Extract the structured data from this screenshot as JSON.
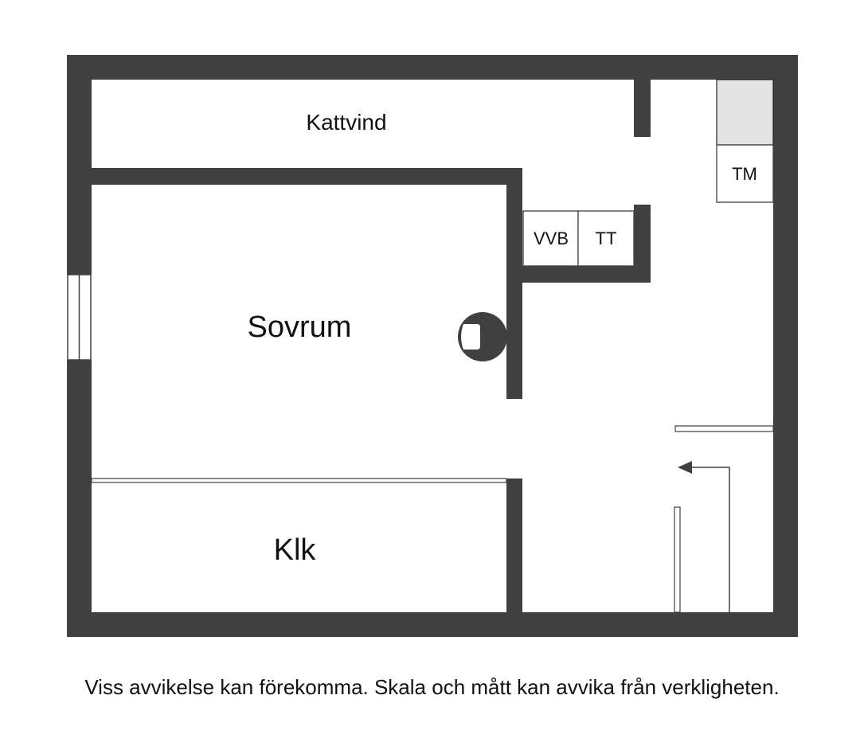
{
  "colors": {
    "wall": "#404040",
    "background": "#ffffff",
    "fixture_shaded": "#e3e3e3",
    "text": "#111111"
  },
  "rooms": {
    "kattvind": {
      "label": "Kattvind"
    },
    "sovrum": {
      "label": "Sovrum"
    },
    "klk": {
      "label": "Klk"
    }
  },
  "fixtures": {
    "vvb": {
      "label": "VVB"
    },
    "tt": {
      "label": "TT"
    },
    "tm": {
      "label": "TM"
    }
  },
  "symbols": {
    "window": "window-symbol",
    "chimney": "chimney-symbol",
    "entrance_arrow": "entrance-arrow",
    "sliding_door": "sliding-door-symbol"
  },
  "footer": {
    "disclaimer": "Viss avvikelse kan förekomma. Skala och mått kan avvika från verkligheten."
  }
}
